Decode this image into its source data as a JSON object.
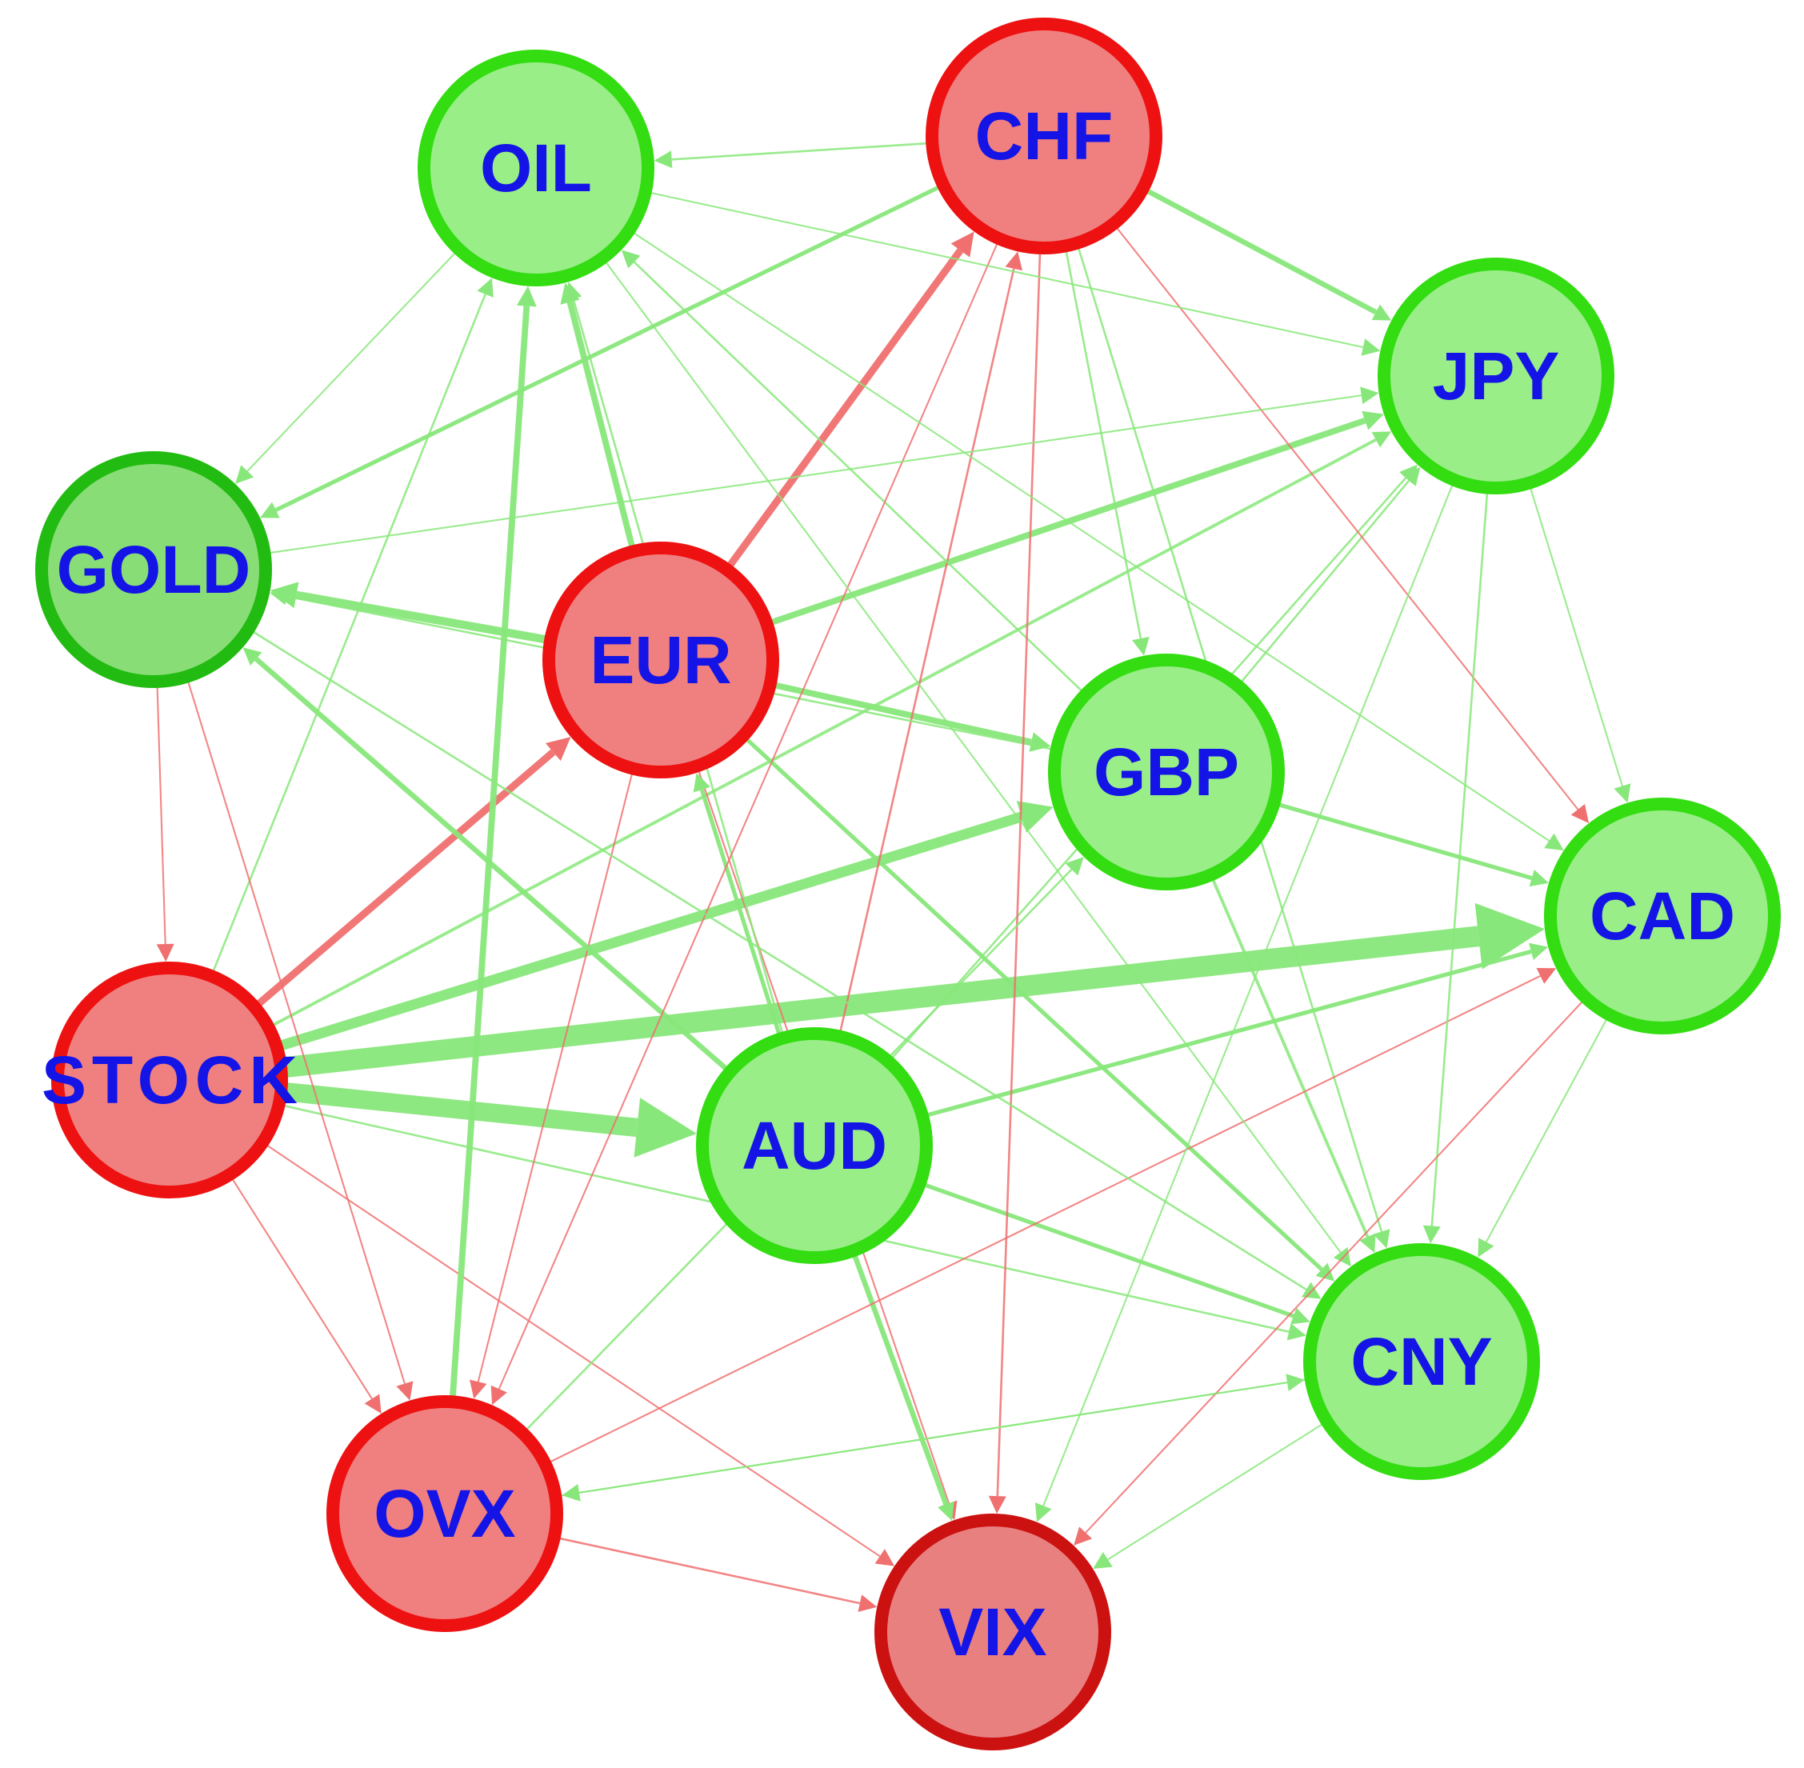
{
  "colors": {
    "green_stroke": "#33dd11",
    "green_fill": "#99ee88",
    "green_dark_stroke": "#22bb11",
    "green_dark_fill": "#88dd77",
    "red_stroke": "#ee1111",
    "red_fill": "#f08080",
    "red_dark_stroke": "#cc1111",
    "red_dark_fill": "#e88080",
    "edge_green": "#88e77a",
    "edge_red": "#f07070",
    "label": "#1414e6"
  },
  "nodes": [
    {
      "id": "OIL",
      "label": "OIL",
      "group": "green"
    },
    {
      "id": "CHF",
      "label": "CHF",
      "group": "red"
    },
    {
      "id": "JPY",
      "label": "JPY",
      "group": "green"
    },
    {
      "id": "GOLD",
      "label": "GOLD",
      "group": "green_dark"
    },
    {
      "id": "EUR",
      "label": "EUR",
      "group": "red"
    },
    {
      "id": "GBP",
      "label": "GBP",
      "group": "green"
    },
    {
      "id": "CAD",
      "label": "CAD",
      "group": "green"
    },
    {
      "id": "STOCK",
      "label": "STOCK",
      "group": "red"
    },
    {
      "id": "AUD",
      "label": "AUD",
      "group": "green"
    },
    {
      "id": "CNY",
      "label": "CNY",
      "group": "green"
    },
    {
      "id": "OVX",
      "label": "OVX",
      "group": "red"
    },
    {
      "id": "VIX",
      "label": "VIX",
      "group": "red_dark"
    }
  ],
  "edges": [
    {
      "from": "STOCK",
      "to": "CAD",
      "weight": 10,
      "color": "green"
    },
    {
      "from": "STOCK",
      "to": "AUD",
      "weight": 9,
      "color": "green"
    },
    {
      "from": "STOCK",
      "to": "GBP",
      "weight": 5,
      "color": "green"
    },
    {
      "from": "STOCK",
      "to": "EUR",
      "weight": 3.5,
      "color": "red"
    },
    {
      "from": "STOCK",
      "to": "JPY",
      "weight": 1.5,
      "color": "green"
    },
    {
      "from": "STOCK",
      "to": "OIL",
      "weight": 1,
      "color": "green"
    },
    {
      "from": "STOCK",
      "to": "CNY",
      "weight": 1,
      "color": "green"
    },
    {
      "from": "STOCK",
      "to": "OVX",
      "weight": 0.8,
      "color": "red"
    },
    {
      "from": "STOCK",
      "to": "VIX",
      "weight": 0.8,
      "color": "red"
    },
    {
      "from": "EUR",
      "to": "CHF",
      "weight": 3.5,
      "color": "red"
    },
    {
      "from": "EUR",
      "to": "GOLD",
      "weight": 4,
      "color": "green"
    },
    {
      "from": "EUR",
      "to": "OIL",
      "weight": 3,
      "color": "green"
    },
    {
      "from": "EUR",
      "to": "JPY",
      "weight": 3,
      "color": "green"
    },
    {
      "from": "EUR",
      "to": "GBP",
      "weight": 3,
      "color": "green"
    },
    {
      "from": "EUR",
      "to": "CNY",
      "weight": 2,
      "color": "green"
    },
    {
      "from": "EUR",
      "to": "OVX",
      "weight": 0.8,
      "color": "red"
    },
    {
      "from": "EUR",
      "to": "VIX",
      "weight": 0.8,
      "color": "red"
    },
    {
      "from": "AUD",
      "to": "GOLD",
      "weight": 2.5,
      "color": "green"
    },
    {
      "from": "AUD",
      "to": "EUR",
      "weight": 2,
      "color": "green"
    },
    {
      "from": "AUD",
      "to": "CAD",
      "weight": 2,
      "color": "green"
    },
    {
      "from": "AUD",
      "to": "CNY",
      "weight": 2,
      "color": "green"
    },
    {
      "from": "AUD",
      "to": "VIX",
      "weight": 2.5,
      "color": "green"
    },
    {
      "from": "AUD",
      "to": "CHF",
      "weight": 1,
      "color": "red"
    },
    {
      "from": "AUD",
      "to": "JPY",
      "weight": 1,
      "color": "green"
    },
    {
      "from": "AUD",
      "to": "OIL",
      "weight": 1,
      "color": "green"
    },
    {
      "from": "GBP",
      "to": "CAD",
      "weight": 2,
      "color": "green"
    },
    {
      "from": "GBP",
      "to": "CNY",
      "weight": 1.5,
      "color": "green"
    },
    {
      "from": "GBP",
      "to": "GOLD",
      "weight": 1,
      "color": "green"
    },
    {
      "from": "GBP",
      "to": "JPY",
      "weight": 1,
      "color": "green"
    },
    {
      "from": "GBP",
      "to": "OIL",
      "weight": 1,
      "color": "green"
    },
    {
      "from": "CHF",
      "to": "JPY",
      "weight": 2.5,
      "color": "green"
    },
    {
      "from": "CHF",
      "to": "GOLD",
      "weight": 2,
      "color": "green"
    },
    {
      "from": "CHF",
      "to": "OIL",
      "weight": 1,
      "color": "green"
    },
    {
      "from": "CHF",
      "to": "CAD",
      "weight": 0.8,
      "color": "red"
    },
    {
      "from": "CHF",
      "to": "VIX",
      "weight": 1,
      "color": "red"
    },
    {
      "from": "CHF",
      "to": "OVX",
      "weight": 0.8,
      "color": "red"
    },
    {
      "from": "CHF",
      "to": "GBP",
      "weight": 1,
      "color": "green"
    },
    {
      "from": "CHF",
      "to": "CNY",
      "weight": 1,
      "color": "green"
    },
    {
      "from": "OVX",
      "to": "OIL",
      "weight": 3,
      "color": "green"
    },
    {
      "from": "OVX",
      "to": "VIX",
      "weight": 1,
      "color": "red"
    },
    {
      "from": "OVX",
      "to": "GBP",
      "weight": 1,
      "color": "green"
    },
    {
      "from": "OVX",
      "to": "CAD",
      "weight": 0.8,
      "color": "red"
    },
    {
      "from": "OVX",
      "to": "CNY",
      "weight": 0.8,
      "color": "green"
    },
    {
      "from": "OIL",
      "to": "GOLD",
      "weight": 0.8,
      "color": "green"
    },
    {
      "from": "OIL",
      "to": "JPY",
      "weight": 0.8,
      "color": "green"
    },
    {
      "from": "OIL",
      "to": "CNY",
      "weight": 0.8,
      "color": "green"
    },
    {
      "from": "OIL",
      "to": "CAD",
      "weight": 0.8,
      "color": "green"
    },
    {
      "from": "GOLD",
      "to": "STOCK",
      "weight": 0.8,
      "color": "red"
    },
    {
      "from": "GOLD",
      "to": "OVX",
      "weight": 0.8,
      "color": "red"
    },
    {
      "from": "GOLD",
      "to": "CNY",
      "weight": 1,
      "color": "green"
    },
    {
      "from": "GOLD",
      "to": "JPY",
      "weight": 0.8,
      "color": "green"
    },
    {
      "from": "JPY",
      "to": "CNY",
      "weight": 1,
      "color": "green"
    },
    {
      "from": "JPY",
      "to": "CAD",
      "weight": 0.8,
      "color": "green"
    },
    {
      "from": "JPY",
      "to": "VIX",
      "weight": 0.8,
      "color": "green"
    },
    {
      "from": "CAD",
      "to": "CNY",
      "weight": 0.8,
      "color": "green"
    },
    {
      "from": "CAD",
      "to": "VIX",
      "weight": 0.8,
      "color": "red"
    },
    {
      "from": "CNY",
      "to": "VIX",
      "weight": 0.8,
      "color": "green"
    },
    {
      "from": "CNY",
      "to": "OVX",
      "weight": 0.8,
      "color": "green"
    }
  ]
}
